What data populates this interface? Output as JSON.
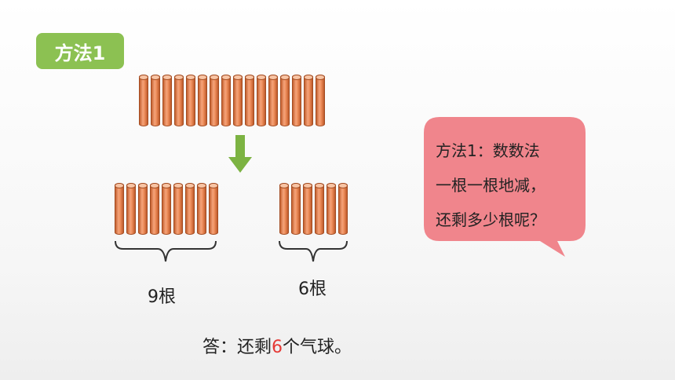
{
  "method_tag": "方法1",
  "groups": {
    "top_count": 16,
    "left_count": 9,
    "right_count": 6,
    "left_label": "9根",
    "right_label": "6根"
  },
  "bubble": {
    "line1": "方法1：数数法",
    "line2": "一根一根地减，",
    "line3": "还剩多少根呢？"
  },
  "answer": {
    "prefix": "答：还剩",
    "number": "6",
    "suffix": "个气球。"
  },
  "colors": {
    "tag_green": "#8cc152",
    "arrow_green": "#7cb342",
    "bubble_pink": "#f0858c",
    "stick_orange": "#f0915f",
    "answer_red": "#e53935"
  }
}
